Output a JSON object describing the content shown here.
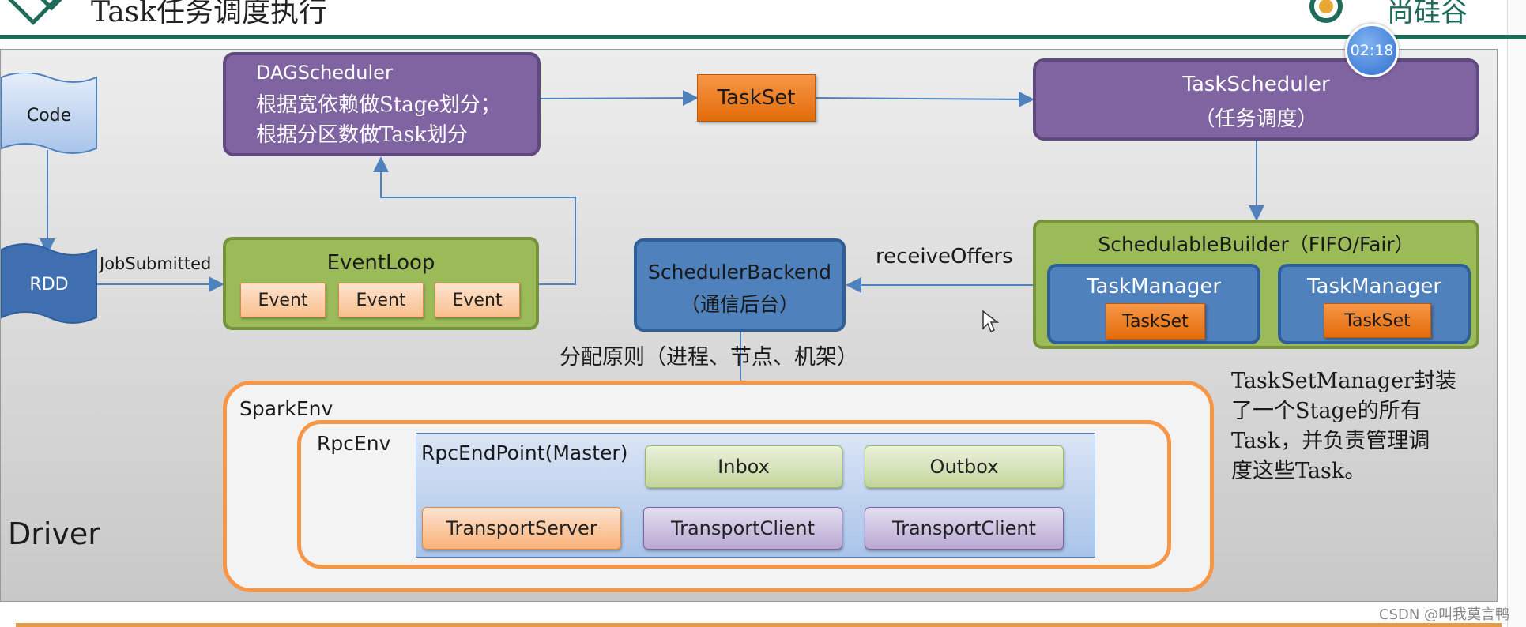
{
  "header": {
    "title": "Task任务调度执行",
    "logo_text": "尚硅谷",
    "timer": "02:18"
  },
  "diagram": {
    "code": "Code",
    "rdd": "RDD",
    "job_submitted": "JobSubmitted",
    "dag_scheduler": {
      "title": "DAGScheduler",
      "line1": "根据宽依赖做Stage划分；",
      "line2": "根据分区数做Task划分"
    },
    "taskset": "TaskSet",
    "task_scheduler": {
      "title": "TaskScheduler",
      "subtitle": "（任务调度）"
    },
    "event_loop": {
      "title": "EventLoop",
      "events": [
        "Event",
        "Event",
        "Event"
      ]
    },
    "scheduler_backend": {
      "title": "SchedulerBackend",
      "subtitle": "（通信后台）"
    },
    "receive_offers": "receiveOffers",
    "schedulable_builder": {
      "title": "SchedulableBuilder（FIFO/Fair）",
      "task_managers": [
        {
          "label": "TaskManager",
          "taskset": "TaskSet"
        },
        {
          "label": "TaskManager",
          "taskset": "TaskSet"
        }
      ]
    },
    "allocation_principle": "分配原则（进程、节点、机架）",
    "note": {
      "line1": "TaskSetManager封装",
      "line2": "了一个Stage的所有",
      "line3": "Task，并负责管理调",
      "line4": "度这些Task。"
    },
    "spark_env": "SparkEnv",
    "rpc_env": "RpcEnv",
    "rpc_endpoint": "RpcEndPoint(Master)",
    "inbox": "Inbox",
    "outbox": "Outbox",
    "transport_server": "TransportServer",
    "transport_client_1": "TransportClient",
    "transport_client_2": "TransportClient",
    "driver": "Driver"
  },
  "watermark": "CSDN @叫我莫言鸭",
  "colors": {
    "purple": "#8064a2",
    "green": "#9bbb59",
    "blue": "#4f81bd",
    "orange": "#f79646",
    "arrow": "#4f81bd",
    "env_border": "#f79646"
  }
}
